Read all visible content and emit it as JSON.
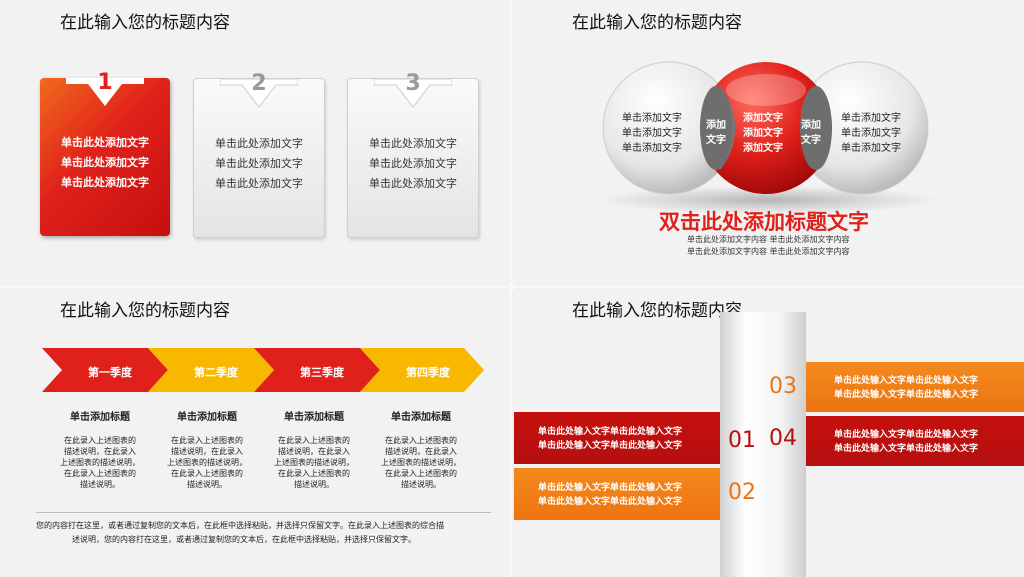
{
  "slide1": {
    "title": "在此输入您的标题内容",
    "cards": [
      {
        "number": "1",
        "lines": [
          "单击此处添加文字",
          "单击此处添加文字",
          "单击此处添加文字"
        ]
      },
      {
        "number": "2",
        "lines": [
          "单击此处添加文字",
          "单击此处添加文字",
          "单击此处添加文字"
        ]
      },
      {
        "number": "3",
        "lines": [
          "单击此处添加文字",
          "单击此处添加文字",
          "单击此处添加文字"
        ]
      }
    ]
  },
  "slide2": {
    "title": "在此输入您的标题内容",
    "left_circle": [
      "单击添加文字",
      "单击添加文字",
      "单击添加文字"
    ],
    "left_overlap": [
      "添加",
      "文字"
    ],
    "center_circle": [
      "添加文字",
      "添加文字",
      "添加文字"
    ],
    "right_overlap": [
      "添加",
      "文字"
    ],
    "right_circle": [
      "单击添加文字",
      "单击添加文字",
      "单击添加文字"
    ],
    "headline": "双击此处添加标题文字",
    "sub_lines": [
      "单击此处添加文字内容 单击此处添加文字内容",
      "单击此处添加文字内容 单击此处添加文字内容"
    ]
  },
  "slide3": {
    "title": "在此输入您的标题内容",
    "quarters": [
      {
        "label": "第一季度",
        "heading": "单击添加标题",
        "desc": [
          "在此录入上述图表的",
          "描述说明，在此录入",
          "上述图表的描述说明，",
          "在此录入上述图表的",
          "描述说明。"
        ]
      },
      {
        "label": "第二季度",
        "heading": "单击添加标题",
        "desc": [
          "在此录入上述图表的",
          "描述说明，在此录入",
          "上述图表的描述说明，",
          "在此录入上述图表的",
          "描述说明。"
        ]
      },
      {
        "label": "第三季度",
        "heading": "单击添加标题",
        "desc": [
          "在此录入上述图表的",
          "描述说明，在此录入",
          "上述图表的描述说明，",
          "在此录入上述图表的",
          "描述说明。"
        ]
      },
      {
        "label": "第四季度",
        "heading": "单击添加标题",
        "desc": [
          "在此录入上述图表的",
          "描述说明，在此录入",
          "上述图表的描述说明，",
          "在此录入上述图表的",
          "描述说明。"
        ]
      }
    ],
    "footer": [
      "您的内容打在这里，或者通过复制您的文本后，在此框中选择粘贴，并选择只保留文字。在此录入上述图表的综合描",
      "述说明，您的内容打在这里，或者通过复制您的文本后，在此框中选择粘贴，并选择只保留文字。"
    ]
  },
  "slide4": {
    "title": "在此输入您的标题内容",
    "items": [
      {
        "number": "01",
        "lines": [
          "单击此处输入文字单击此处输入文字",
          "单击此处输入文字单击此处输入文字"
        ]
      },
      {
        "number": "02",
        "lines": [
          "单击此处输入文字单击此处输入文字",
          "单击此处输入文字单击此处输入文字"
        ]
      },
      {
        "number": "03",
        "lines": [
          "单击此处输入文字单击此处输入文字",
          "单击此处输入文字单击此处输入文字"
        ]
      },
      {
        "number": "04",
        "lines": [
          "单击此处输入文字单击此处输入文字",
          "单击此处输入文字单击此处输入文字"
        ]
      }
    ]
  },
  "colors": {
    "red": "#e0211b",
    "dark_red": "#b50f0f",
    "orange": "#f07d10",
    "yellow": "#f8b800"
  }
}
